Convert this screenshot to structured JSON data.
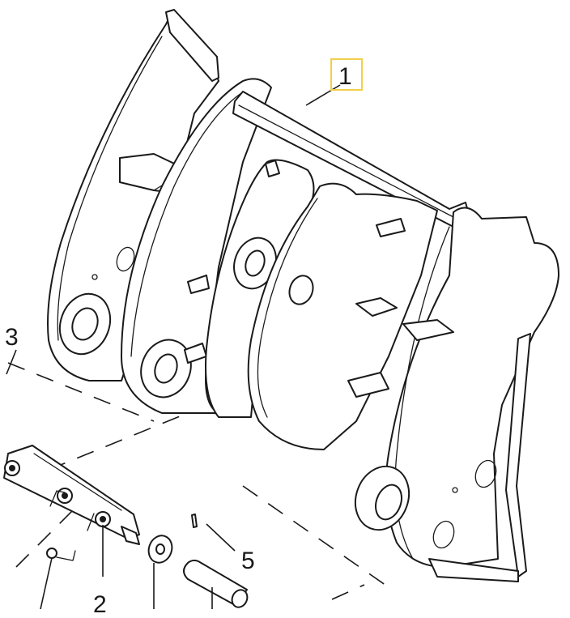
{
  "diagram": {
    "type": "exploded-parts-view",
    "subject": "multi-plate bracket assembly with cross shaft",
    "line_color": "#1a1a1a",
    "background": "#ffffff",
    "highlight_color": "#f2cf4a",
    "callouts": [
      {
        "id": "1",
        "label": "1",
        "highlighted": true,
        "points_to": "cross shaft"
      },
      {
        "id": "2",
        "label": "2",
        "highlighted": false,
        "points_to": "pin bar with fittings"
      },
      {
        "id": "3",
        "label": "3",
        "highlighted": false,
        "points_to": "assembly axis (dashed)"
      },
      {
        "id": "5",
        "label": "5",
        "highlighted": false,
        "points_to": "cotter/roll pin"
      }
    ],
    "components": [
      "rear side plate",
      "first intermediate plate",
      "second intermediate plate",
      "front side plate",
      "cross shaft",
      "pin bar with three grease fittings",
      "washer",
      "pin",
      "small roll pin",
      "grease nipple"
    ]
  }
}
